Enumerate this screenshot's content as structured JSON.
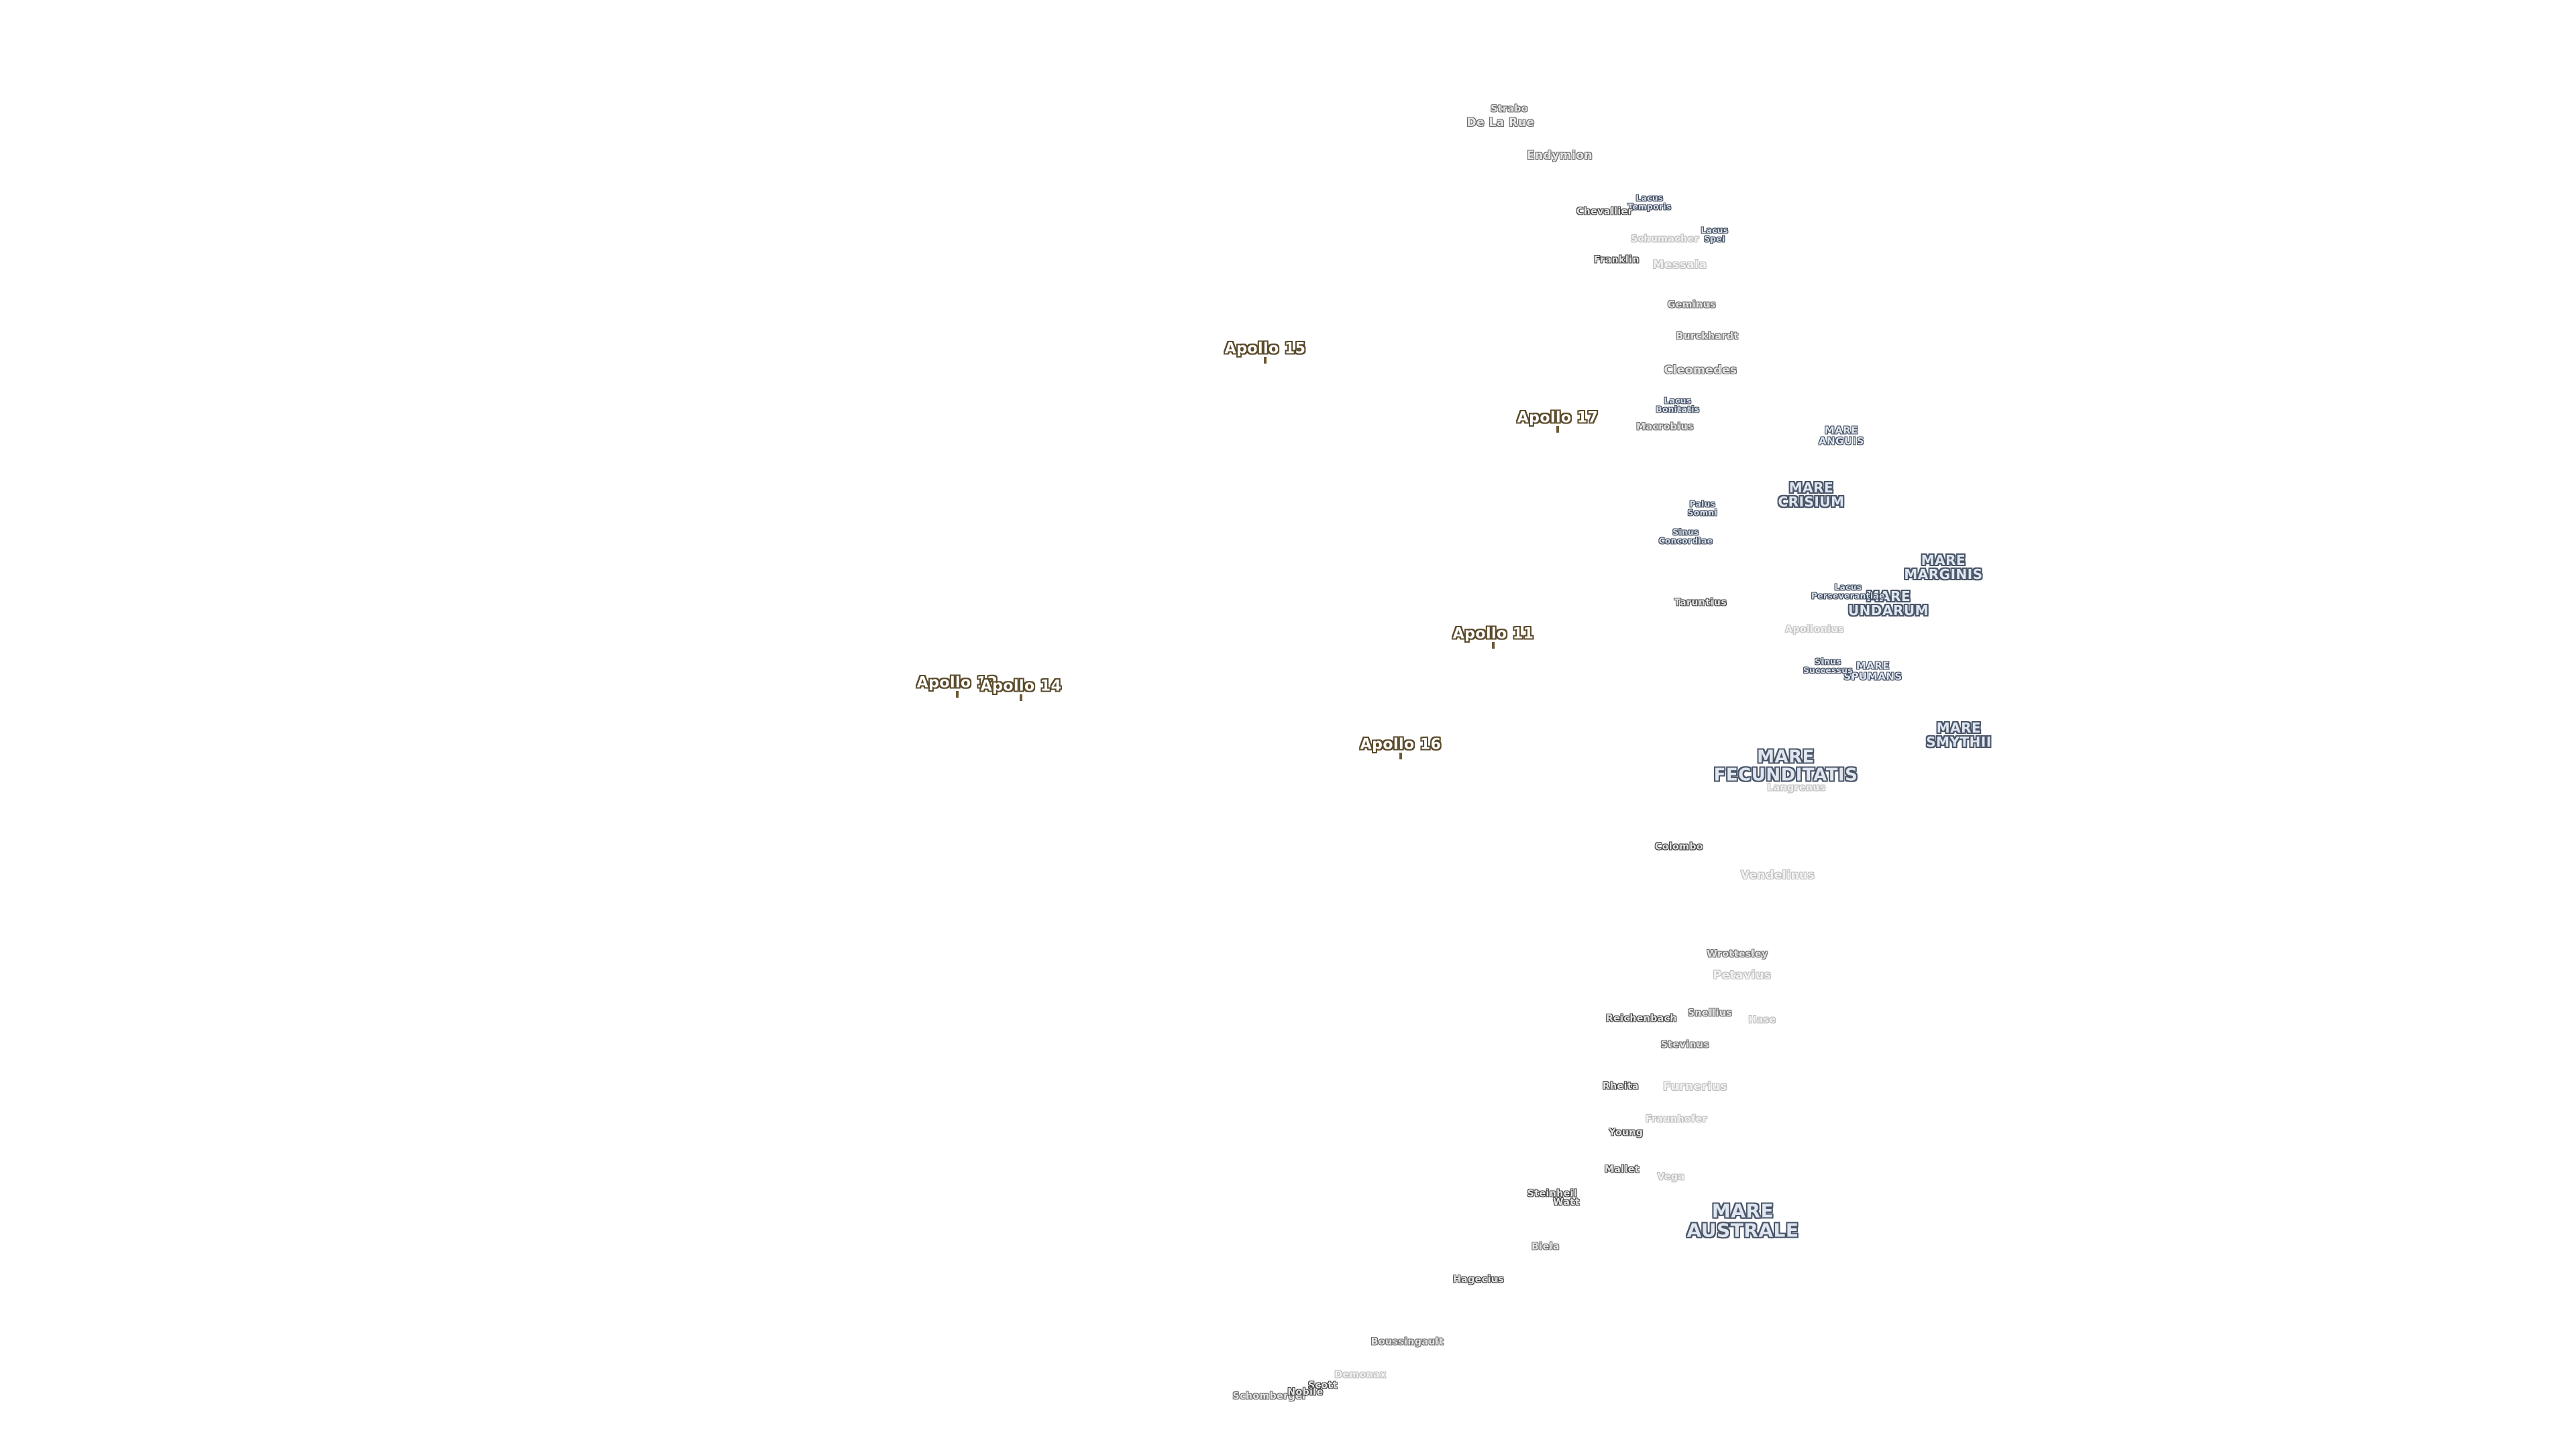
{
  "colors": {
    "background": "#ffffff",
    "sea_outline": "#4a5568",
    "crater_outline": "#6a6a6a",
    "apollo_outline": "#5a4a2a"
  },
  "apollo": [
    "Apollo 15",
    "Apollo 17",
    "Apollo 11",
    "Apollo 12",
    "Apollo 14",
    "Apollo 16"
  ],
  "seas": [
    "MARE\nANGUIS",
    "MARE\nCRISIUM",
    "MARE\nMARGINIS",
    "MARE\nUNDARUM",
    "MARE\nSPUMANS",
    "MARE\nSMYTHII",
    "MARE\nFECUNDITATIS",
    "MARE\nAUSTRALE"
  ],
  "lakes": [
    "Lacus\nTemporis",
    "Lacus\nSpei",
    "Lacus\nBonitatis",
    "Palus\nSomni",
    "Sinus\nConcordiae",
    "Lacus\nPerseverantiae",
    "Sinus\nSuccessus"
  ],
  "craters": [
    "Strabo",
    "De La Rue",
    "Endymion",
    "Chevallier",
    "Schumacher",
    "Franklin",
    "Messala",
    "Geminus",
    "Burckhardt",
    "Cleomedes",
    "Macrobius",
    "Taruntius",
    "Apollonius",
    "Langrenus",
    "Colombo",
    "Vendelinus",
    "Wrottesley",
    "Petavius",
    "Reichenbach",
    "Snellius",
    "Hase",
    "Stevinus",
    "Rheita",
    "Furnerius",
    "Fraunhofer",
    "Young",
    "Mallet",
    "Vega",
    "Steinheil",
    "Watt",
    "Biela",
    "Hagecius",
    "Boussingault",
    "Demonax",
    "Scott",
    "Schomberger",
    "Nobile"
  ]
}
